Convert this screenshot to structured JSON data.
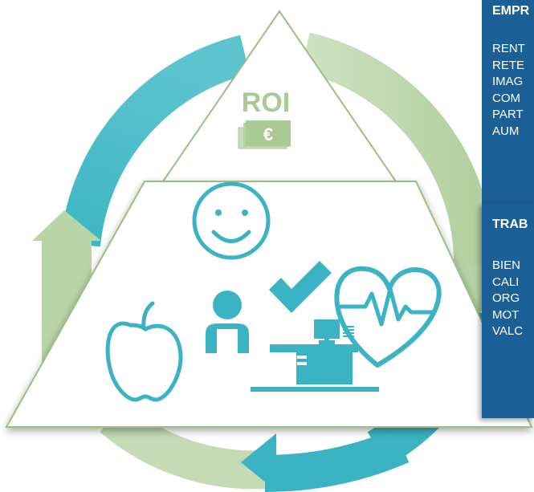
{
  "roi": {
    "label": "ROI",
    "currency_symbol": "€"
  },
  "icons": [
    "smile-icon",
    "apple-icon",
    "person-icon",
    "check-icon",
    "heart-pulse-icon",
    "desk-icon",
    "money-icon"
  ],
  "colors": {
    "teal": "#3bb3c3",
    "sage_green": "#b7d3a5",
    "roi_green": "#a9c995",
    "panel_blue": "#1a5f96"
  },
  "panels": {
    "empresa": {
      "title": "EMPR",
      "items": [
        "RENT",
        "RETE",
        "IMAG",
        "COM",
        "PART",
        "AUM"
      ]
    },
    "trabajador": {
      "title": "TRAB",
      "items": [
        "BIEN",
        "CALI",
        "ORG",
        "MOT",
        "VALC"
      ]
    }
  }
}
